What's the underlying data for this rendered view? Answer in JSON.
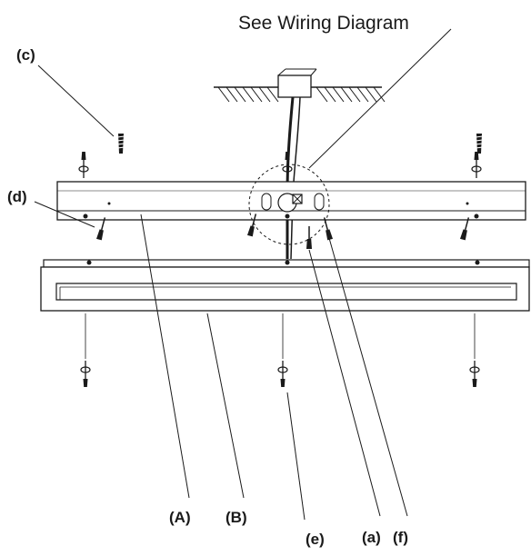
{
  "callout_title": "See Wiring Diagram",
  "labels": {
    "c": "(c)",
    "d": "(d)",
    "A": "(A)",
    "B": "(B)",
    "e": "(e)",
    "a": "(a)",
    "f": "(f)"
  }
}
